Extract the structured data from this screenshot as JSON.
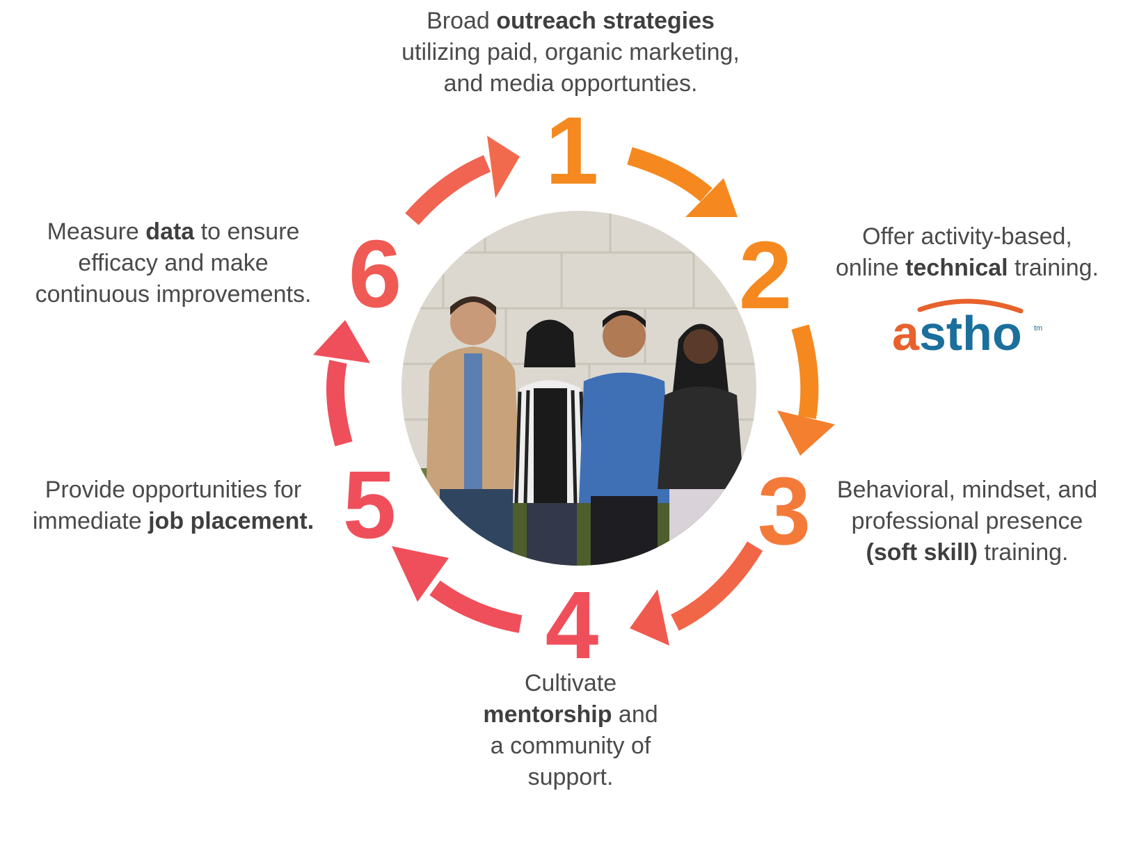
{
  "colors": {
    "step1": "#f5891f",
    "step2": "#f5891f",
    "step3": "#f47a3a",
    "step4": "#ef4f5a",
    "step5": "#ef4f5a",
    "step6": "#ef5a55",
    "text": "#4a4a4a",
    "logo_orange": "#e8612c",
    "logo_blue": "#1b6f9c"
  },
  "steps": [
    {
      "number": "1",
      "text": [
        {
          "t": "Broad "
        },
        {
          "t": "outreach strategies",
          "b": true
        },
        {
          "br": true
        },
        {
          "t": "utilizing paid, organic marketing,"
        },
        {
          "br": true
        },
        {
          "t": "and media opportunties."
        }
      ]
    },
    {
      "number": "2",
      "text": [
        {
          "t": "Offer activity-based,"
        },
        {
          "br": true
        },
        {
          "t": "online "
        },
        {
          "t": "technical",
          "b": true
        },
        {
          "t": " training."
        }
      ]
    },
    {
      "number": "3",
      "text": [
        {
          "t": "Behavioral, mindset, and"
        },
        {
          "br": true
        },
        {
          "t": "professional presence"
        },
        {
          "br": true
        },
        {
          "t": "(soft skill)",
          "b": true
        },
        {
          "t": " training."
        }
      ]
    },
    {
      "number": "4",
      "text": [
        {
          "t": "Cultivate"
        },
        {
          "br": true
        },
        {
          "t": "mentorship",
          "b": true
        },
        {
          "t": " and"
        },
        {
          "br": true
        },
        {
          "t": "a community of"
        },
        {
          "br": true
        },
        {
          "t": "support."
        }
      ]
    },
    {
      "number": "5",
      "text": [
        {
          "t": "Provide opportunities for"
        },
        {
          "br": true
        },
        {
          "t": "immediate "
        },
        {
          "t": "job placement.",
          "b": true
        }
      ]
    },
    {
      "number": "6",
      "text": [
        {
          "t": "Measure "
        },
        {
          "t": "data",
          "b": true
        },
        {
          "t": " to ensure"
        },
        {
          "br": true
        },
        {
          "t": "efficacy and make"
        },
        {
          "br": true
        },
        {
          "t": "continuous improvements."
        }
      ]
    }
  ],
  "logo": {
    "text": "astho",
    "tm": "tm"
  }
}
